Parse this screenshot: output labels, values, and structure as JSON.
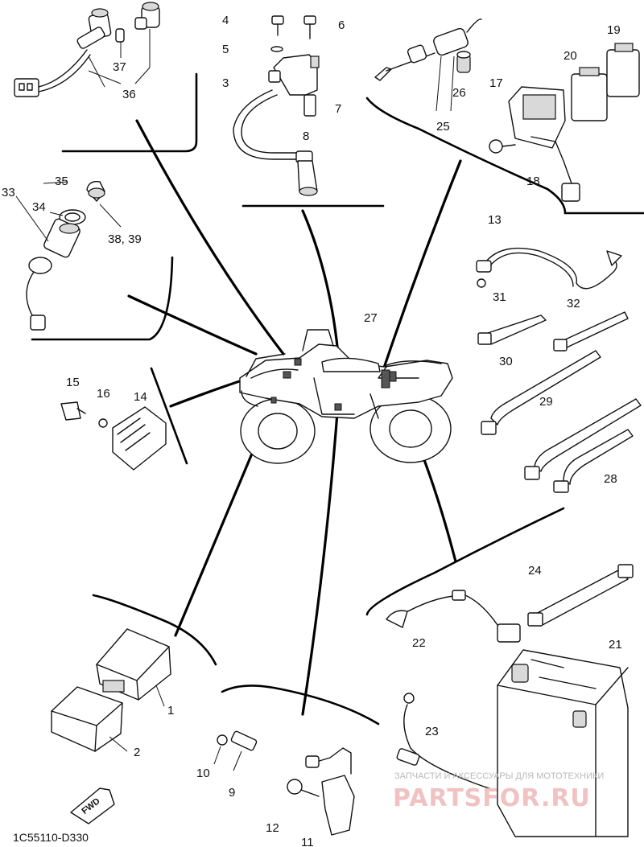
{
  "diagram": {
    "part_code": "1C55110-D330",
    "fwd_label": "FWD",
    "watermark_top": "ЗАПЧАСТИ И АКСЕССУАРЫ ДЛЯ МОТОТЕХНИКИ",
    "watermark_logo": "PARTSFOR.RU",
    "callouts": {
      "c1": "1",
      "c2": "2",
      "c3": "3",
      "c4": "4",
      "c5": "5",
      "c6": "6",
      "c7": "7",
      "c8": "8",
      "c9": "9",
      "c10": "10",
      "c11": "11",
      "c12": "12",
      "c13": "13",
      "c14": "14",
      "c15": "15",
      "c16": "16",
      "c17": "17",
      "c18": "18",
      "c19": "19",
      "c20": "20",
      "c21": "21",
      "c22": "22",
      "c23": "23",
      "c24": "24",
      "c25": "25",
      "c26": "26",
      "c27": "27",
      "c28": "28",
      "c29": "29",
      "c30": "30",
      "c31": "31",
      "c32": "32",
      "c33": "33",
      "c34": "34",
      "c35": "35",
      "c36": "36",
      "c37": "37",
      "c3839": "38, 39"
    }
  }
}
